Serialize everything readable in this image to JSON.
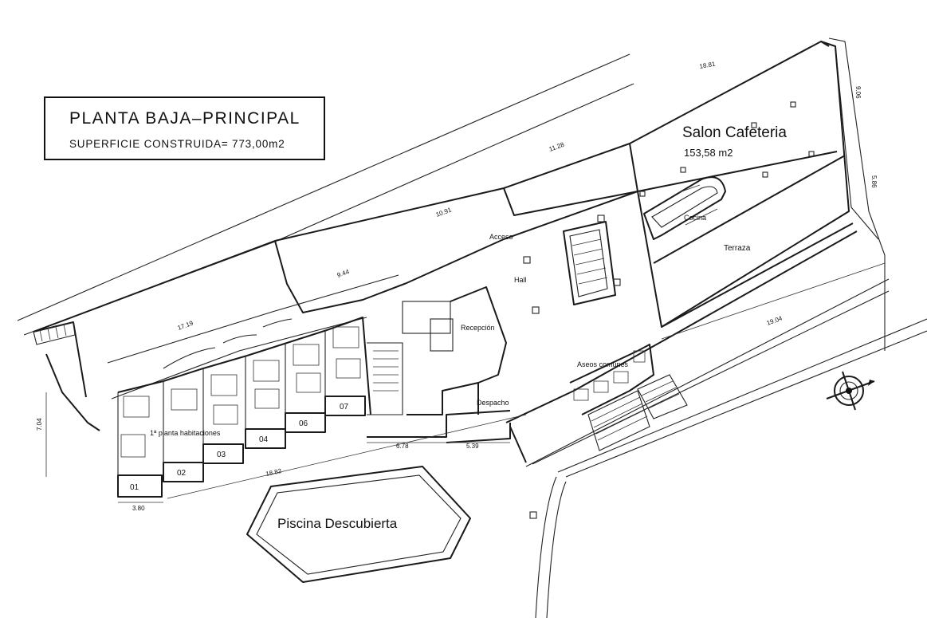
{
  "title_box": {
    "title": "PLANTA BAJA–PRINCIPAL",
    "subtitle": "SUPERFICIE CONSTRUIDA= 773,00m2"
  },
  "rooms": {
    "salon": "Salon Cafeteria",
    "salon_area": "153,58 m2",
    "terraza": "Terraza",
    "cocina": "Cocina",
    "acceso": "Acceso",
    "hall": "Hall",
    "recepcion": "Recepción",
    "despacho": "Despacho",
    "aseos": "Aseos comunes",
    "habitaciones": "1ª planta habitaciones",
    "piscina": "Piscina Descubierta"
  },
  "room_numbers": [
    "01",
    "02",
    "03",
    "04",
    "06",
    "07"
  ],
  "dimensions": {
    "d_1881": "18.81",
    "d_906": "9.06",
    "d_586": "5.86",
    "d_1128": "11.28",
    "d_1091": "10.91",
    "d_944": "9.44",
    "d_1719": "17.19",
    "d_704": "7.04",
    "d_380": "3.80",
    "d_1882": "18.82",
    "d_678": "6.78",
    "d_539": "5.39",
    "d_1904": "19.04"
  },
  "colors": {
    "line": "#1a1a1a",
    "paper": "#ffffff"
  },
  "icons": {
    "north": "compass-rose-icon"
  }
}
